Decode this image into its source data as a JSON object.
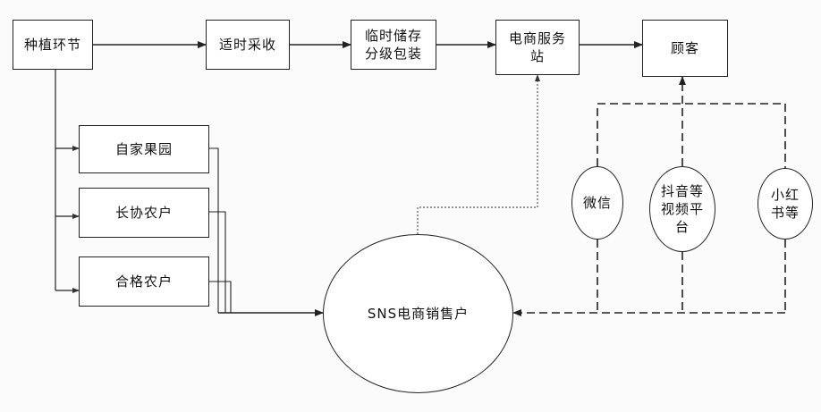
{
  "nodes": {
    "planting": "种植环节",
    "harvest": "适时采收",
    "storage": "临时储存\n分级包装",
    "ecom_station": "电商服务\n站",
    "customer": "顾客",
    "orchard": "自家果园",
    "coop_farmer": "长协农户",
    "qualified_farmer": "合格农户",
    "sns_seller": "SNS电商销售户",
    "wechat": "微信",
    "douyin": "抖音等\n视频平\n台",
    "xiaohongshu": "小红\n书等"
  },
  "colors": {
    "line": "#222222",
    "dotted": "#555555"
  }
}
